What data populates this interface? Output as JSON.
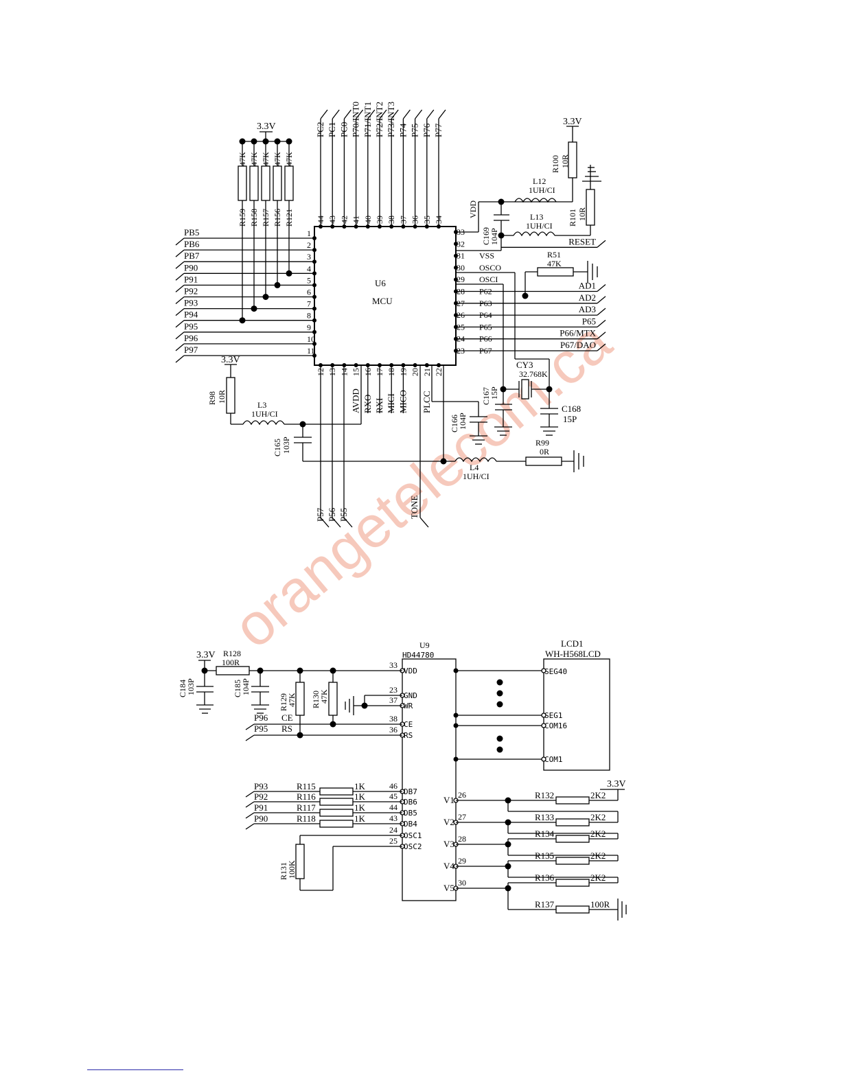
{
  "watermark": "orangetelecom.ca",
  "mcu": {
    "ref": "U6",
    "type": "MCU",
    "supply": "3.3V",
    "left_nets": [
      "PB5",
      "PB6",
      "PB7",
      "P90",
      "P91",
      "P92",
      "P93",
      "P94",
      "P95",
      "P96",
      "P97"
    ],
    "left_pins": [
      "1",
      "2",
      "3",
      "4",
      "5",
      "6",
      "7",
      "8",
      "9",
      "10",
      "11"
    ],
    "top_nets": [
      "PC2",
      "PC1",
      "PC0",
      "P70/INT0",
      "P71/INT1",
      "P72/INT2",
      "P73/INT3",
      "P74",
      "P75",
      "P76",
      "P77"
    ],
    "top_pins": [
      "44",
      "43",
      "42",
      "41",
      "40",
      "39",
      "38",
      "37",
      "36",
      "35",
      "34"
    ],
    "right_pins": [
      "33",
      "32",
      "31",
      "30",
      "29",
      "28",
      "27",
      "26",
      "25",
      "24",
      "23"
    ],
    "right_pin_names": [
      "",
      "",
      "VSS",
      "OSCO",
      "OSCI",
      "P62",
      "P63",
      "P64",
      "P65",
      "P66",
      "P67"
    ],
    "right_nets": [
      "",
      "RESET",
      "",
      "",
      "",
      "AD1",
      "AD2",
      "AD3",
      "P65",
      "P66/MTX",
      "P67/DAO"
    ],
    "bottom_pins": [
      "12",
      "13",
      "14",
      "15",
      "16",
      "17",
      "18",
      "19",
      "20",
      "21",
      "22"
    ],
    "bottom_names": [
      "",
      "",
      "",
      "AVDD",
      "RXO",
      "RXI",
      "MICI",
      "MICO",
      "",
      "PLCC",
      ""
    ],
    "bottom_nets": [
      "P57",
      "P56",
      "P55",
      "TONE"
    ],
    "pullup_resistors": [
      {
        "ref": "R159",
        "value": "47K"
      },
      {
        "ref": "R158",
        "value": "47K"
      },
      {
        "ref": "R157",
        "value": "47K"
      },
      {
        "ref": "R156",
        "value": "47K"
      },
      {
        "ref": "R121",
        "value": "47K"
      }
    ],
    "components": {
      "r100": {
        "ref": "R100",
        "value": "10R",
        "supply": "3.3V"
      },
      "r101": {
        "ref": "R101",
        "value": "10R"
      },
      "l12": {
        "ref": "L12",
        "value": "1UH/CI"
      },
      "l13": {
        "ref": "L13",
        "value": "1UH/CI"
      },
      "c169": {
        "ref": "C169",
        "value": "104P"
      },
      "vdd": "VDD",
      "r51": {
        "ref": "R51",
        "value": "47K"
      },
      "r98": {
        "ref": "R98",
        "value": "10R",
        "supply": "3.3V"
      },
      "l3": {
        "ref": "L3",
        "value": "1UH/CI"
      },
      "c165": {
        "ref": "C165",
        "value": "103P"
      },
      "c166": {
        "ref": "C166",
        "value": "104P"
      },
      "c167": {
        "ref": "C167",
        "value": "15P"
      },
      "cy3": {
        "ref": "CY3",
        "value": "32.768K"
      },
      "c168": {
        "ref": "C168",
        "value": "15P"
      },
      "r99": {
        "ref": "R99",
        "value": "0R"
      },
      "l4": {
        "ref": "L4",
        "value": "1UH/CI"
      }
    }
  },
  "lcd_driver": {
    "ref": "U9",
    "type": "HD44780",
    "left_pins": [
      {
        "num": "33",
        "name": "VDD"
      },
      {
        "num": "23",
        "name": "GND"
      },
      {
        "num": "37",
        "name": "WR"
      },
      {
        "num": "38",
        "name": "CE"
      },
      {
        "num": "36",
        "name": "RS"
      },
      {
        "num": "46",
        "name": "DB7"
      },
      {
        "num": "45",
        "name": "DB6"
      },
      {
        "num": "44",
        "name": "DB5"
      },
      {
        "num": "43",
        "name": "DB4"
      },
      {
        "num": "24",
        "name": "OSC1"
      },
      {
        "num": "25",
        "name": "OSC2"
      }
    ],
    "right_pins": [
      {
        "num": "26",
        "name": "V1"
      },
      {
        "num": "27",
        "name": "V2"
      },
      {
        "num": "28",
        "name": "V3"
      },
      {
        "num": "29",
        "name": "V4"
      },
      {
        "num": "30",
        "name": "V5"
      }
    ],
    "supply": "3.3V",
    "r128": {
      "ref": "R128",
      "value": "100R"
    },
    "c184": {
      "ref": "C184",
      "value": "103P"
    },
    "c185": {
      "ref": "C185",
      "value": "104P"
    },
    "r129": {
      "ref": "R129",
      "value": "47K"
    },
    "r130": {
      "ref": "R130",
      "value": "47K"
    },
    "ctrl": [
      {
        "net": "P96",
        "signal": "CE"
      },
      {
        "net": "P95",
        "signal": "RS"
      }
    ],
    "data": [
      {
        "net": "P93",
        "ref": "R115",
        "value": "1K"
      },
      {
        "net": "P92",
        "ref": "R116",
        "value": "1K"
      },
      {
        "net": "P91",
        "ref": "R117",
        "value": "1K"
      },
      {
        "net": "P90",
        "ref": "R118",
        "value": "1K"
      }
    ],
    "r131": {
      "ref": "R131",
      "value": "100K"
    },
    "divider": [
      {
        "ref": "R132",
        "value": "2K2"
      },
      {
        "ref": "R133",
        "value": "2K2"
      },
      {
        "ref": "R134",
        "value": "2K2"
      },
      {
        "ref": "R135",
        "value": "2K2"
      },
      {
        "ref": "R136",
        "value": "2K2"
      },
      {
        "ref": "R137",
        "value": "100R"
      }
    ],
    "divider_supply": "3.3V"
  },
  "lcd": {
    "ref": "LCD1",
    "part": "WH-H568LCD",
    "pins": [
      "SEG40",
      "SEG1",
      "COM16",
      "COM1"
    ]
  }
}
